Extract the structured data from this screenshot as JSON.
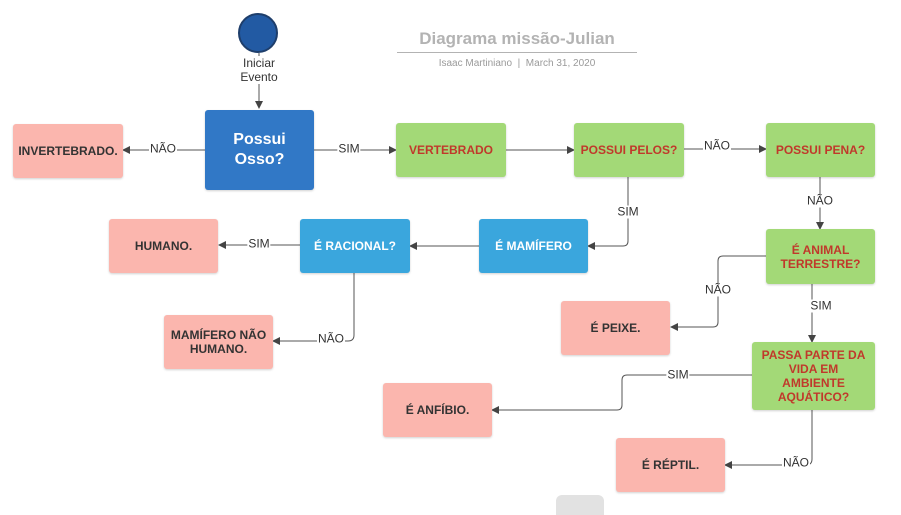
{
  "title": "Diagrama missão-Julian",
  "subtitle": {
    "author": "Isaac Martiniano",
    "separator": "|",
    "date": "March 31, 2020"
  },
  "start": {
    "label": "Iniciar Evento"
  },
  "nodes": {
    "possui_osso": "Possui Osso?",
    "invertebrado": "INVERTEBRADO.",
    "vertebrado": "VERTEBRADO",
    "possui_pelos": "POSSUI PELOS?",
    "possui_pena": "POSSUI PENA?",
    "e_mamifero": "É MAMÍFERO",
    "e_racional": "É RACIONAL?",
    "humano": "HUMANO.",
    "mamifero_nao_humano": "MAMÍFERO NÃO HUMANO.",
    "e_animal_terrestre": "É ANIMAL TERRESTRE?",
    "e_peixe": "É PEIXE.",
    "passa_parte": "PASSA PARTE DA VIDA EM AMBIENTE AQUÁTICO?",
    "e_anfibio": "É ANFÍBIO.",
    "e_reptil": "É RÉPTIL."
  },
  "edge_labels": {
    "osso_nao": "NÃO",
    "osso_sim": "SIM",
    "pelos_nao": "NÃO",
    "pelos_sim": "SIM",
    "pena_nao": "NÃO",
    "racional_sim": "SIM",
    "racional_nao": "NÃO",
    "terrestre_nao": "NÃO",
    "terrestre_sim": "SIM",
    "passa_sim": "SIM",
    "passa_nao": "NÃO"
  },
  "colors": {
    "pink": "#fbb6ae",
    "green": "#a3d977",
    "blue": "#3aa6dd",
    "dark_blue": "#3178c6",
    "start": "#225aa3",
    "edge": "#555555",
    "green_text": "#c0392b"
  }
}
